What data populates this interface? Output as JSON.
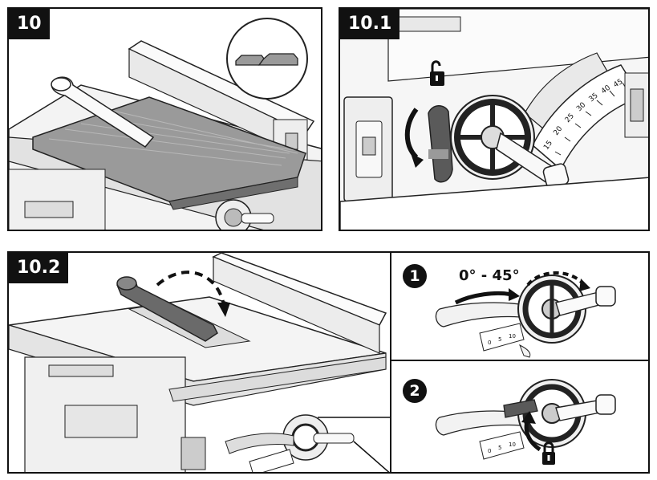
{
  "panels": [
    {
      "label": "10"
    },
    {
      "label": "10.1"
    },
    {
      "label": "10.2"
    }
  ],
  "steps": [
    {
      "number": "1",
      "text": "0° - 45°"
    },
    {
      "number": "2"
    }
  ],
  "scale_ticks_10_1": [
    "15",
    "20",
    "25",
    "30",
    "35",
    "40",
    "45"
  ],
  "scale_ticks_small": [
    "0",
    "5",
    "10"
  ],
  "colors": {
    "ink": "#111111",
    "metal": "#e6e6e6",
    "panel_gray": "#9a9a9a",
    "dark_gray": "#4a4a4a"
  },
  "icons": [
    "unlock-icon",
    "lock-icon",
    "rotate-arrow-icon",
    "dashed-curved-arrow-icon",
    "push-block-icon"
  ]
}
